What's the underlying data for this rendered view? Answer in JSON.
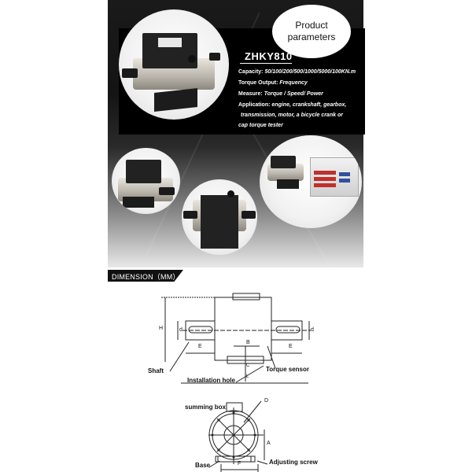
{
  "badge": {
    "line1": "Product",
    "line2": "parameters"
  },
  "product": {
    "model": "ZHKY810",
    "specs": [
      {
        "label": "Capacity:",
        "value": "50/100/200/500/1000/5000/100KN.m"
      },
      {
        "label": "Torque Output:",
        "value": "Frequency"
      },
      {
        "label": "Measure:",
        "value": "Torque / Speed/ Power"
      },
      {
        "label": "Application:",
        "value": "engine, crankshaft, gearbox,"
      }
    ],
    "application_cont": [
      "transmission, motor, a bicycle crank or",
      "cap torque tester"
    ]
  },
  "section": {
    "title": "DIMENSION（MM）"
  },
  "drawing_side": {
    "labels": {
      "shaft": "Shaft",
      "installation_hole": "Installation hole",
      "torque_sensor": "Torque sensor"
    },
    "dims": {
      "B": "B",
      "E_left": "E",
      "E_right": "E",
      "d_left": "d",
      "d_right": "d",
      "H": "H",
      "C": "C",
      "L": "L"
    }
  },
  "drawing_front": {
    "labels": {
      "summing_box": "summing box",
      "base": "Base",
      "adjusting_screw": "Adjusting  screw"
    },
    "dims": {
      "D": "D",
      "F": "F",
      "A": "A"
    }
  },
  "colors": {
    "panel_dark": "#141414",
    "accent_red": "#c0302c",
    "meter_blue": "#2f4fa0"
  }
}
